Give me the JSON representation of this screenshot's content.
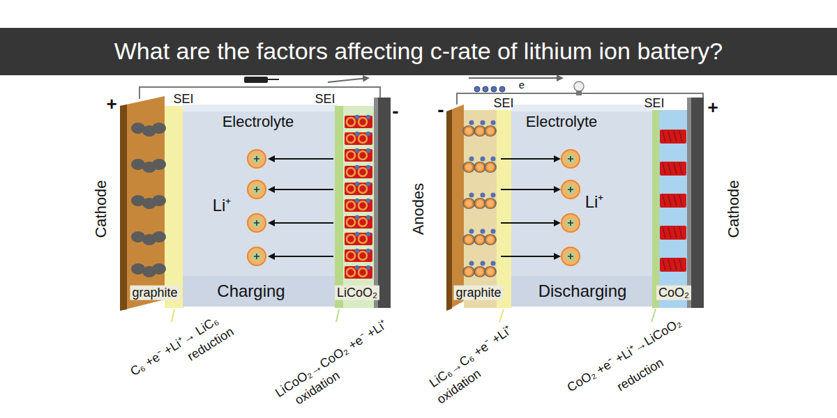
{
  "diagram": {
    "title": "What are the factors affecting c-rate of lithium ion battery?",
    "nodes": [
      {
        "text": [
          "Electrolyte",
          "Li⁺",
          "Charging"
        ]
      },
      {
        "text": [
          "Electrolyte",
          "Li⁺",
          "Discharging"
        ]
      }
    ],
    "labels": [
      "+",
      "SEI",
      "SEI",
      "-",
      "Cathode",
      "graphite",
      "LiCoO₂",
      "C₆ +e⁻ +Li⁺→ LiC₆",
      "reduction",
      "LiCoO₂→CoO₂ +e⁻ +Li⁺",
      "oxidation",
      "e",
      "-",
      "SEI",
      "SEI",
      "+",
      "Anodes",
      "graphite",
      "CoO₂",
      "Cathode",
      "LiC₆→C₆ +e⁻ +Li⁺",
      "oxidation",
      "CoO₂ +e⁻ +Li⁺→LiCoO₂",
      "reduction"
    ]
  }
}
